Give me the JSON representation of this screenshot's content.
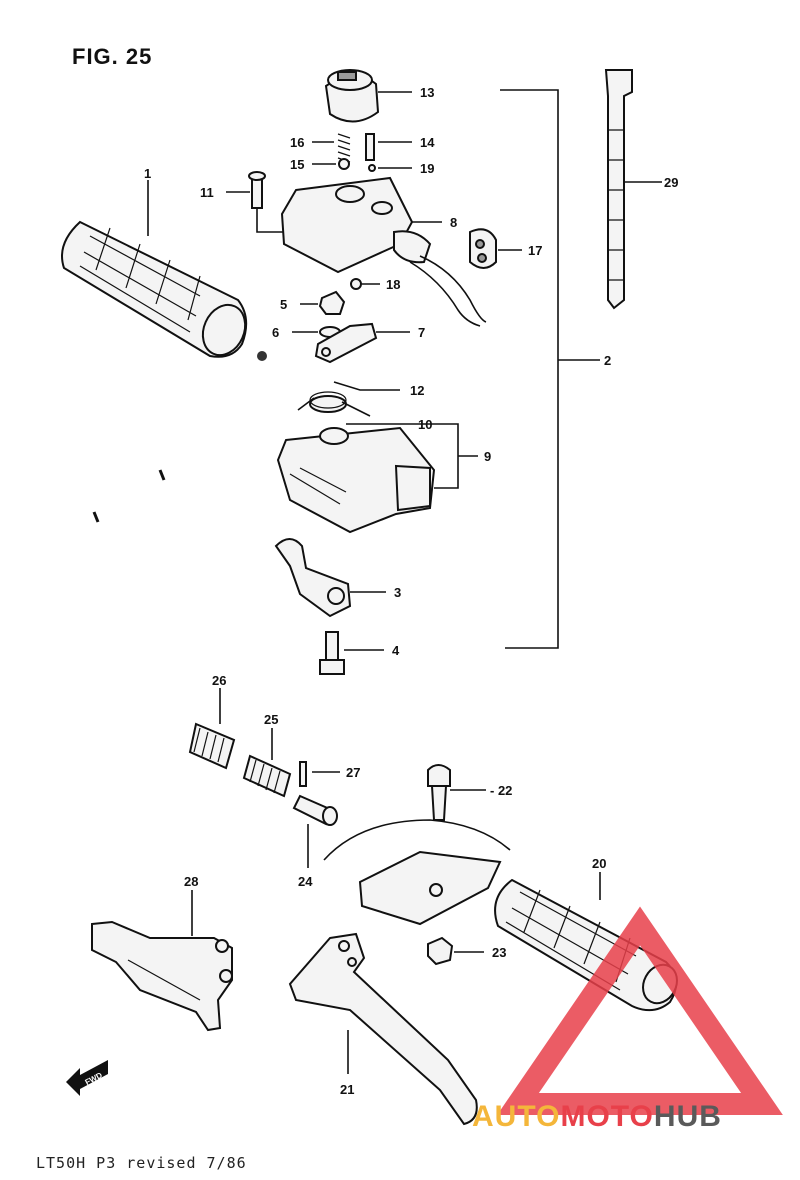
{
  "figure_title": "FIG. 25",
  "footer_text": "LT50H P3  revised 7/86",
  "fwd_label": "FWD",
  "watermark": {
    "part1": "AUTO",
    "part2": "MOTO",
    "part3": "HUB",
    "colors": {
      "triangle": "#e8404a",
      "part1": "#f4b63a",
      "part2": "#e8404a",
      "part3": "#5a5a5a"
    }
  },
  "callouts": {
    "c1": "1",
    "c2": "2",
    "c3": "3",
    "c4": "4",
    "c5": "5",
    "c6": "6",
    "c7": "7",
    "c8": "8",
    "c9": "9",
    "c10": "10",
    "c11": "11",
    "c12": "12",
    "c13": "13",
    "c14": "14",
    "c15": "15",
    "c16": "16",
    "c17": "17",
    "c18": "18",
    "c19": "19",
    "c20": "20",
    "c21": "21",
    "c22": "- 22",
    "c23": "23",
    "c24": "24",
    "c25": "25",
    "c26": "26",
    "c27": "27",
    "c28": "28",
    "c29": "29"
  }
}
